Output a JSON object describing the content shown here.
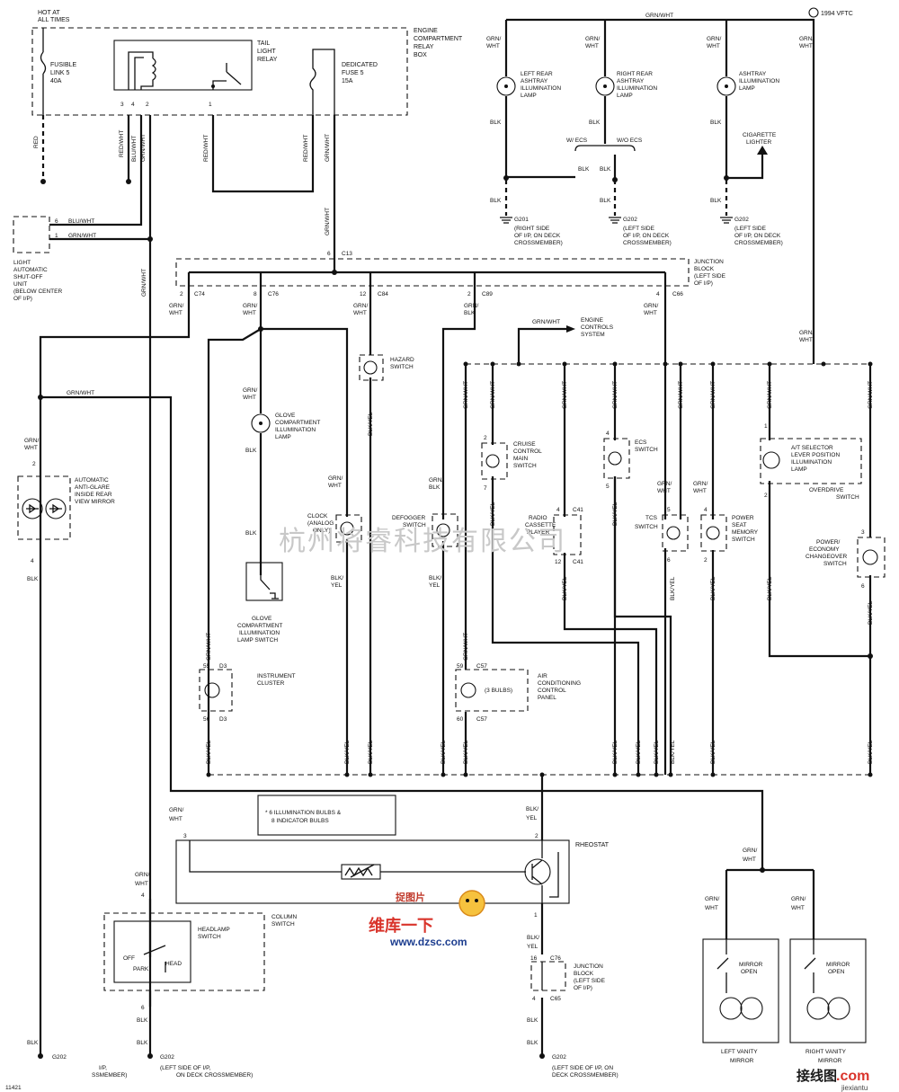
{
  "header": {
    "hot_at": "HOT AT",
    "all_times": "ALL TIMES",
    "ref": "1994 VFTC",
    "relay_box": [
      "ENGINE",
      "COMPARTMENT",
      "RELAY",
      "BOX"
    ],
    "fusible_link": [
      "FUSIBLE",
      "LINK 5",
      "40A"
    ],
    "tail_light_relay": [
      "TAIL",
      "LIGHT",
      "RELAY"
    ],
    "dedicated_fuse": [
      "DEDICATED",
      "FUSE 5",
      "15A"
    ],
    "junction_block": [
      "JUNCTION",
      "BLOCK",
      "(LEFT SIDE",
      "OF I/P)"
    ]
  },
  "wire_colors": {
    "red": "RED",
    "red_wht": "RED/WHT",
    "blu_wht": "BLU/WHT",
    "grn_wht": "GRN/WHT",
    "grn_wht_stack": [
      "GRN/",
      "WHT"
    ],
    "grn_blk": [
      "GRN/",
      "BLK"
    ],
    "blk": "BLK",
    "blk_yel": "BLK/YEL",
    "blk_yel_stack": [
      "BLK/",
      "YEL"
    ]
  },
  "connectors": [
    "C13",
    "C74",
    "C76",
    "C84",
    "C89",
    "C66",
    "D3",
    "C57",
    "C41",
    "C76",
    "C65"
  ],
  "pins": {
    "relay": [
      "3",
      "4",
      "2",
      "1"
    ],
    "shutoff": [
      "6",
      "1"
    ],
    "jb_top": "6",
    "jb_outputs": [
      "2",
      "8",
      "12",
      "2",
      "4"
    ]
  },
  "grounds": {
    "g201": [
      "G201",
      "(RIGHT SIDE",
      "OF I/P, ON DECK",
      "CROSSMEMBER)"
    ],
    "g202_a": [
      "G202",
      "(LEFT SIDE",
      "OF I/P, ON DECK",
      "CROSSMEMBER)"
    ],
    "g202_b": [
      "G202",
      "(LEFT SIDE",
      "OF I/P, ON DECK",
      "CROSSMEMBER)"
    ],
    "g202_bottom_left": "G202",
    "g202_bottom_left2": [
      "I/P,",
      "SSMEMBER)"
    ],
    "g202_bottom_mid": [
      "G202",
      "(LEFT SIDE OF I/P,",
      "ON DECK CROSSMEMBER)"
    ],
    "g202_bottom_right": [
      "G202",
      "(LEFT SIDE OF I/P, ON",
      "DECK CROSSMEMBER)"
    ]
  },
  "components": {
    "left_rear_ashtray": [
      "LEFT REAR",
      "ASHTRAY",
      "ILLUMINATION",
      "LAMP"
    ],
    "right_rear_ashtray": [
      "RIGHT REAR",
      "ASHTRAY",
      "ILLUMINATION",
      "LAMP"
    ],
    "ashtray": [
      "ASHTRAY",
      "ILLUMINATION",
      "LAMP"
    ],
    "with_ecs": "W/ ECS",
    "without_ecs": "W/O ECS",
    "cig_lighter": [
      "CIGARETTE",
      "LIGHTER"
    ],
    "light_shutoff": [
      "LIGHT",
      "AUTOMATIC",
      "SHUT-OFF",
      "UNIT",
      "(BELOW CENTER",
      "OF I/P)"
    ],
    "engine_controls": [
      "ENGINE",
      "CONTROLS",
      "SYSTEM"
    ],
    "hazard_switch": [
      "HAZARD",
      "SWITCH"
    ],
    "glove_lamp": [
      "GLOVE",
      "COMPARTMENT",
      "ILLUMINATION",
      "LAMP"
    ],
    "glove_switch": [
      "GLOVE",
      "COMPARTMENT",
      "ILLUMINATION",
      "LAMP SWITCH"
    ],
    "mirror": [
      "AUTOMATIC",
      "ANTI-GLARE",
      "INSIDE REAR",
      "VIEW MIRROR"
    ],
    "clock": [
      "CLOCK",
      "(ANALOG",
      "ONLY)"
    ],
    "defogger": [
      "DEFOGGER",
      "SWITCH"
    ],
    "cruise": [
      "CRUISE",
      "CONTROL",
      "MAIN",
      "SWITCH"
    ],
    "ecs_switch": [
      "ECS",
      "SWITCH"
    ],
    "radio": [
      "RADIO",
      "CASSETTE",
      "PLAYER"
    ],
    "tcs": [
      "TCS",
      "SWITCH"
    ],
    "power_seat": [
      "POWER",
      "SEAT",
      "MEMORY",
      "SWITCH"
    ],
    "at_selector": [
      "A/T SELECTOR",
      "LEVER POSITION",
      "ILLUMINATION",
      "LAMP"
    ],
    "overdrive": [
      "OVERDRIVE",
      "SWITCH"
    ],
    "power_economy": [
      "POWER/",
      "ECONOMY",
      "CHANGEOVER",
      "SWITCH"
    ],
    "instrument_cluster": [
      "INSTRUMENT",
      "CLUSTER"
    ],
    "ac_panel": [
      "AIR",
      "CONDITIONING",
      "CONTROL",
      "PANEL"
    ],
    "bulbs_3": "(3 BULBS)",
    "note": [
      "* 6 ILLUMINATION BULBS &",
      "8 INDICATOR BULBS"
    ],
    "rheostat": "RHEOSTAT",
    "column_switch": [
      "COLUMN",
      "SWITCH"
    ],
    "headlamp_switch": [
      "HEADLAMP",
      "SWITCH"
    ],
    "off": "OFF",
    "park": "PARK",
    "head": "HEAD",
    "jb_bottom": [
      "JUNCTION",
      "BLOCK",
      "(LEFT SIDE",
      "OF I/P)"
    ],
    "mirror_open": [
      "MIRROR",
      "OPEN"
    ],
    "left_vanity": [
      "LEFT VANITY",
      "MIRROR"
    ],
    "right_vanity": [
      "RIGHT VANITY",
      "MIRROR"
    ]
  },
  "footer": {
    "fig_no": "11421"
  },
  "watermarks": {
    "center": "杭州将睿科技有限公司",
    "logo_top": "捉图片",
    "logo_main": "维库一下",
    "logo_url": "www.dzsc.com",
    "bottom_right": "接线图",
    "bottom_right_com": ".com",
    "bottom_right_url": "jiexiantu"
  }
}
